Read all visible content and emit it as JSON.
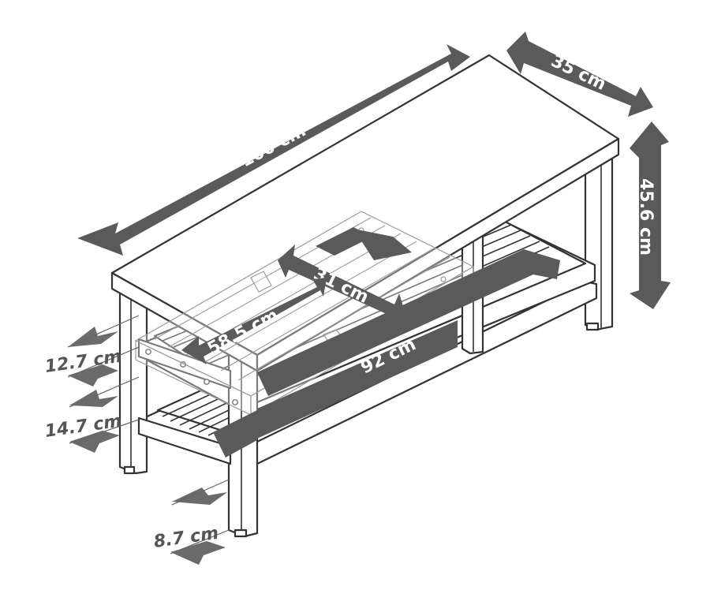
{
  "dimensions": {
    "length": "100 cm",
    "depth": "35 cm",
    "height": "45.6 cm",
    "drawer_width": "31 cm",
    "drawer_length": "58.5 cm",
    "shelf_length": "92 cm",
    "gap_upper": "12.7 cm",
    "gap_lower": "14.7 cm",
    "foot_height": "8.7 cm"
  },
  "colors": {
    "arrow": "#5a5a5a",
    "outline": "#333333",
    "ghost": "#9a9a9a"
  }
}
